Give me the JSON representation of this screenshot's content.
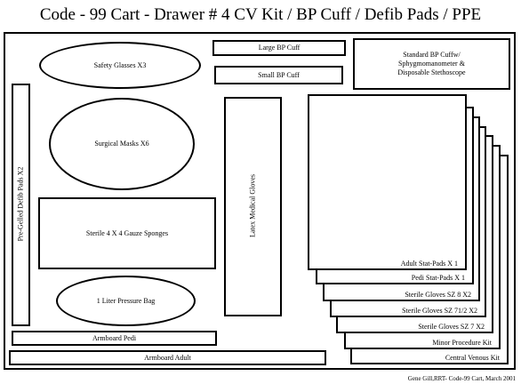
{
  "title": "Code - 99 Cart - Drawer # 4 CV Kit / BP Cuff / Defib Pads / PPE",
  "items": {
    "large_bp_cuff": "Large BP Cuff",
    "small_bp_cuff": "Small BP Cuff",
    "standard_bp_line1": "Standard BP Cuffw/",
    "standard_bp_line2": "Sphygmomanometer &",
    "standard_bp_line3": "Disposable Stethoscope",
    "safety_glasses": "Safety Glasses X3",
    "surgical_masks": "Surgical Masks X6",
    "defib_pads": "Pre-Gelled Defib Pads X2",
    "gauze_sponges": "Sterile 4 X 4 Gauze Sponges",
    "latex_gloves": "Latex Medical Gloves",
    "pressure_bag": "1 Liter Pressure Bag",
    "armboard_pedi": "Armboard Pedi",
    "armboard_adult": "Armboard Adult"
  },
  "stack": [
    "Adult Stat-Pads X 1",
    "Pedi Stat-Pads X 1",
    "Sterile Gloves SZ 8 X2",
    "Sterile Gloves SZ 71/2 X2",
    "Sterile Gloves SZ 7 X2",
    "Minor Procedure Kit",
    "Central Venous Kit"
  ],
  "footer": "Gene Gill,RRT- Code-99 Cart, March 2001"
}
